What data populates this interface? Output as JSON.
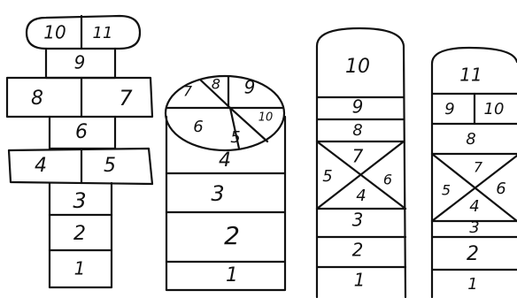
{
  "diagrams": [
    {
      "name": "hopscotch-classic",
      "labels": {
        "top_left": "10",
        "top_right": "11",
        "r9": "9",
        "r8": "8",
        "r7": "7",
        "r6": "6",
        "r4": "4",
        "r5": "5",
        "r3": "3",
        "r2": "2",
        "r1": "1"
      }
    },
    {
      "name": "hopscotch-oval",
      "labels": {
        "o7": "7",
        "o8": "8",
        "o9": "9",
        "o6": "6",
        "o5": "5",
        "o10": "10",
        "r4": "4",
        "r3": "3",
        "r2": "2",
        "r1": "1"
      }
    },
    {
      "name": "hopscotch-arch-x",
      "labels": {
        "r10": "10",
        "r9": "9",
        "r8": "8",
        "x7": "7",
        "x5": "5",
        "x6": "6",
        "x4": "4",
        "r3": "3",
        "r2": "2",
        "r1": "1"
      }
    },
    {
      "name": "hopscotch-arch-x-split",
      "labels": {
        "r11": "11",
        "s9": "9",
        "s10": "10",
        "r8": "8",
        "x7": "7",
        "x5": "5",
        "x6": "6",
        "x4": "4",
        "r3": "3",
        "r2": "2",
        "r1": "1"
      }
    }
  ]
}
